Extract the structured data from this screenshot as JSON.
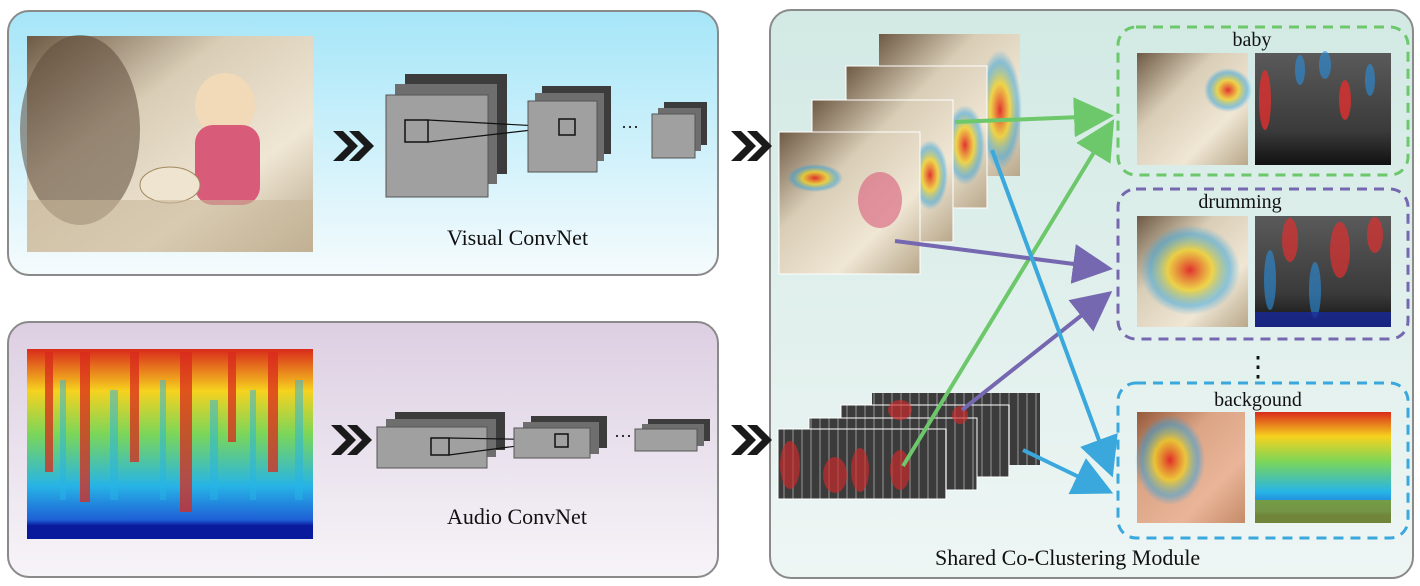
{
  "visual_branch": {
    "caption": "Visual ConvNet",
    "ellipsis": "···"
  },
  "audio_branch": {
    "caption": "Audio ConvNet",
    "ellipsis": "···"
  },
  "co_clustering": {
    "caption": "Shared Co-Clustering Module",
    "clusters": [
      {
        "label": "baby",
        "color": "#6cc86a"
      },
      {
        "label": "drumming",
        "color": "#7668b0"
      },
      {
        "label": "backgound",
        "color": "#3aa8dc"
      }
    ],
    "ellipsis": "⋮"
  },
  "colors": {
    "visual_panel": "#a6e6f8",
    "audio_panel": "#dccfe2",
    "cluster_panel": "#d2e9e4",
    "featuremap_face": "#a0a0a0",
    "featuremap_back": "#3c3c3c"
  }
}
